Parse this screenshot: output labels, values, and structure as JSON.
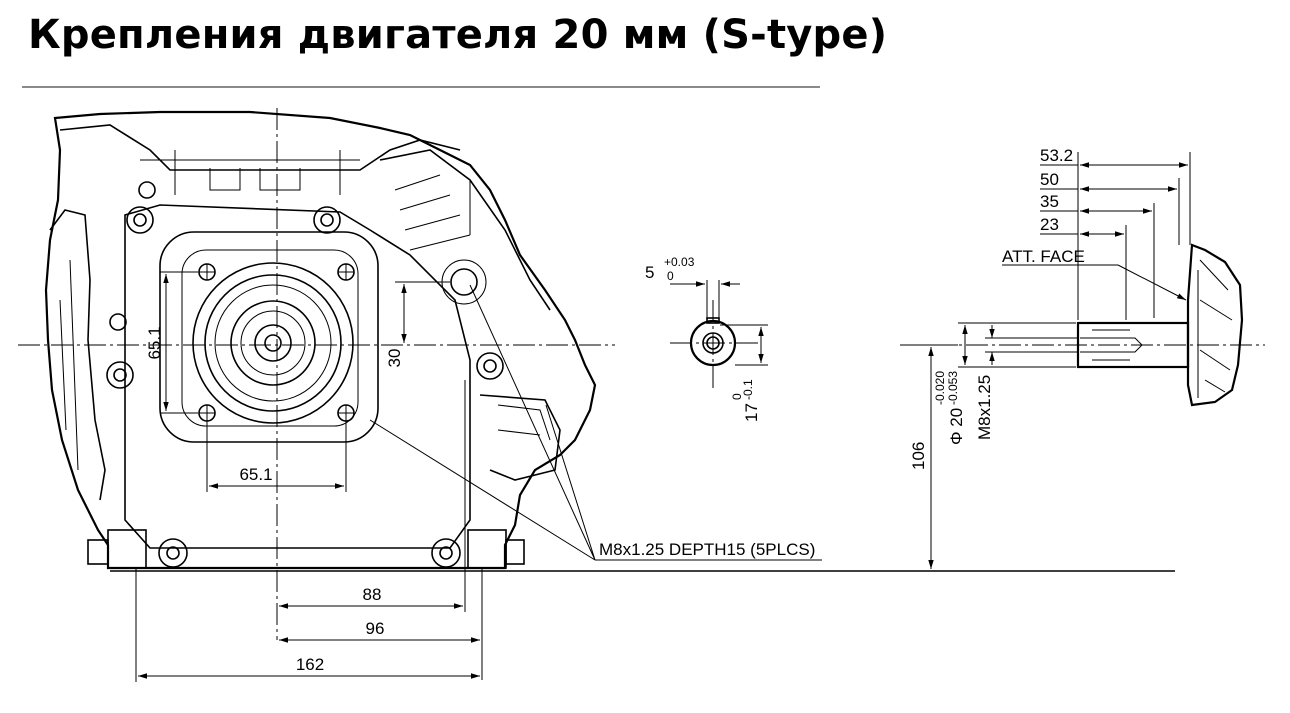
{
  "title": "Крепления двигателя 20 мм (S-type)",
  "dimensions": {
    "d_65_1_vertical": "65.1",
    "d_65_1_horizontal": "65.1",
    "d_30": "30",
    "d_88": "88",
    "d_96": "96",
    "d_162": "162",
    "d_106": "106",
    "d_53_2": "53.2",
    "d_50": "50",
    "d_35": "35",
    "d_23": "23",
    "keyway_width": "5",
    "keyway_tol_upper": "+0.03",
    "keyway_tol_lower": "0",
    "key_depth": "17",
    "key_depth_tol_upper": "0",
    "key_depth_tol_lower": "-0.1",
    "shaft_diameter": "Φ 20",
    "shaft_tol_upper": "-0.020",
    "shaft_tol_lower": "-0.053",
    "shaft_thread": "M8x1.25"
  },
  "labels": {
    "att_face": "ATT. FACE",
    "mount_holes": "M8x1.25 DEPTH15 (5PLCS)"
  }
}
